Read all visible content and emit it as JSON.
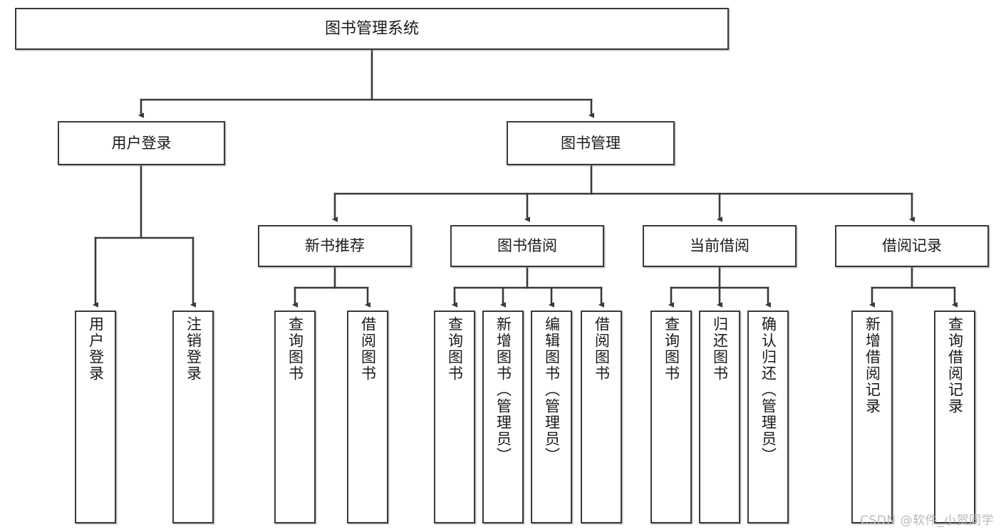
{
  "diagram": {
    "title": "图书管理系统",
    "type": "hierarchy-tree",
    "watermark": "CSDN @软件_小贺同学",
    "colors": {
      "box_border": "#3a3a3a",
      "box_fill": "#ffffff",
      "connector": "#3a3a3a",
      "text": "#1a1a1a",
      "watermark": "#b9b9b9"
    },
    "nodes": {
      "root": {
        "label": "图书管理系统"
      },
      "level2": [
        {
          "id": "user-login",
          "label": "用户登录"
        },
        {
          "id": "book-manage",
          "label": "图书管理"
        }
      ],
      "level3": [
        {
          "id": "new-book-recommend",
          "label": "新书推荐"
        },
        {
          "id": "book-borrow",
          "label": "图书借阅"
        },
        {
          "id": "current-borrow",
          "label": "当前借阅"
        },
        {
          "id": "borrow-record",
          "label": "借阅记录"
        }
      ],
      "leaves_user_login": [
        {
          "id": "leaf-user-login",
          "label": "用户登录"
        },
        {
          "id": "leaf-user-logout",
          "label": "注销登录"
        }
      ],
      "leaves_new_book_recommend": [
        {
          "id": "leaf-query-book-1",
          "label": "查询图书"
        },
        {
          "id": "leaf-borrow-book-1",
          "label": "借阅图书"
        }
      ],
      "leaves_book_borrow": [
        {
          "id": "leaf-query-book-2",
          "label": "查询图书"
        },
        {
          "id": "leaf-add-book",
          "label": "新增图书（管理员）"
        },
        {
          "id": "leaf-edit-book",
          "label": "编辑图书（管理员）"
        },
        {
          "id": "leaf-borrow-book-2",
          "label": "借阅图书"
        }
      ],
      "leaves_current_borrow": [
        {
          "id": "leaf-query-book-3",
          "label": "查询图书"
        },
        {
          "id": "leaf-return-book",
          "label": "归还图书"
        },
        {
          "id": "leaf-confirm-return",
          "label": "确认归还（管理员）"
        }
      ],
      "leaves_borrow_record": [
        {
          "id": "leaf-add-borrow-record",
          "label": "新增借阅记录"
        },
        {
          "id": "leaf-query-borrow-record",
          "label": "查询借阅记录"
        }
      ]
    }
  }
}
